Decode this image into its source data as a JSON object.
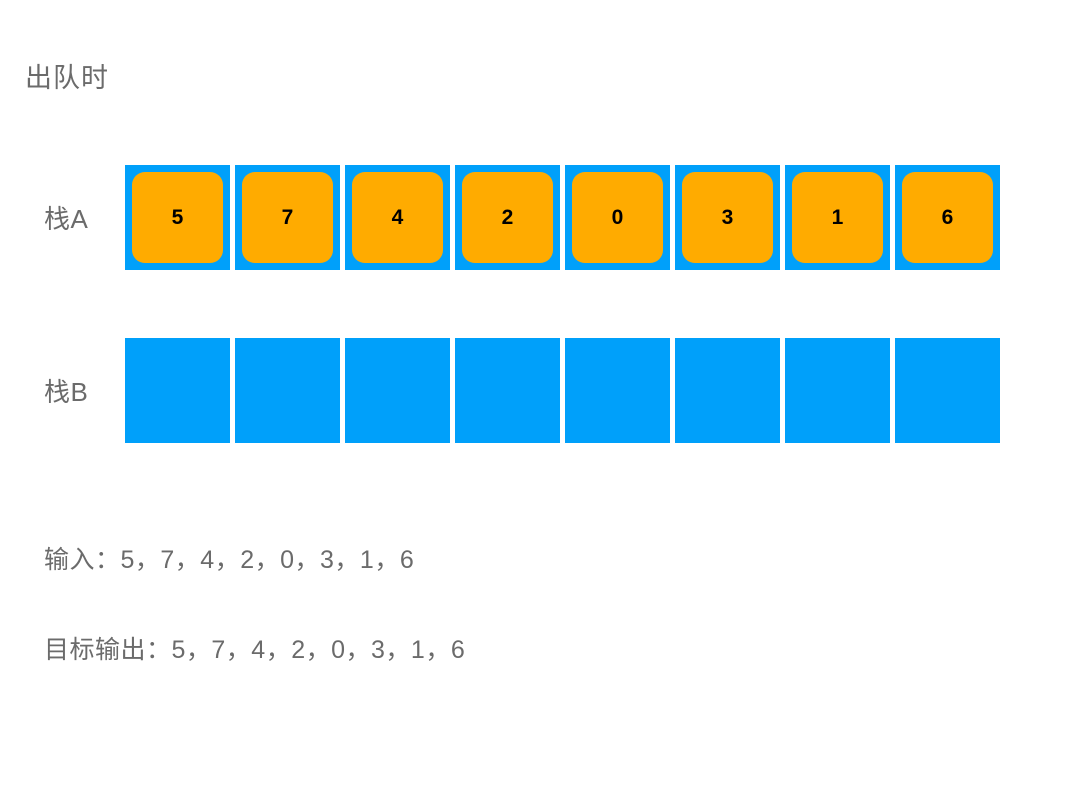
{
  "title": "出队时",
  "colors": {
    "background": "#ffffff",
    "cell_blue": "#00a0fa",
    "token_orange": "#ffab00",
    "text_gray": "#6b6b6b",
    "token_text": "#000000"
  },
  "stacks": [
    {
      "label": "栈A",
      "name": "stack-a",
      "cells": [
        {
          "value": "5",
          "empty": false
        },
        {
          "value": "7",
          "empty": false
        },
        {
          "value": "4",
          "empty": false
        },
        {
          "value": "2",
          "empty": false
        },
        {
          "value": "0",
          "empty": false
        },
        {
          "value": "3",
          "empty": false
        },
        {
          "value": "1",
          "empty": false
        },
        {
          "value": "6",
          "empty": false
        }
      ]
    },
    {
      "label": "栈B",
      "name": "stack-b",
      "cells": [
        {
          "value": "",
          "empty": true
        },
        {
          "value": "",
          "empty": true
        },
        {
          "value": "",
          "empty": true
        },
        {
          "value": "",
          "empty": true
        },
        {
          "value": "",
          "empty": true
        },
        {
          "value": "",
          "empty": true
        },
        {
          "value": "",
          "empty": true
        },
        {
          "value": "",
          "empty": true
        }
      ]
    }
  ],
  "captions": {
    "input": "输入：5，7，4，2，0，3，1，6",
    "output": "目标输出：5，7，4，2，0，3，1，6"
  }
}
